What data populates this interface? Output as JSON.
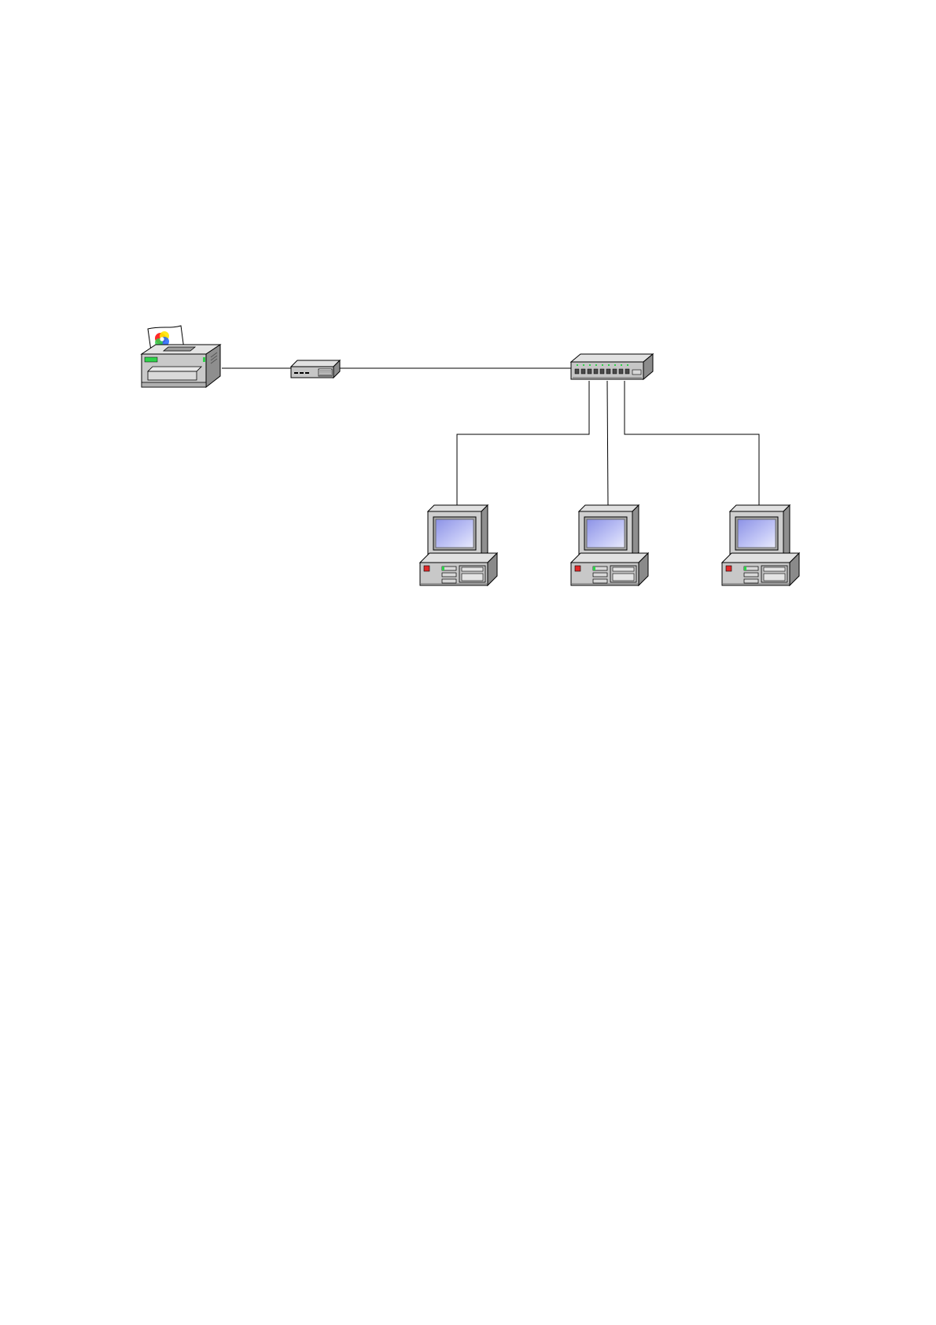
{
  "diagram": {
    "type": "network-topology",
    "nodes": [
      {
        "id": "printer",
        "kind": "printer",
        "icon": "printer-icon"
      },
      {
        "id": "print-server",
        "kind": "print-server",
        "icon": "print-server-icon"
      },
      {
        "id": "switch",
        "kind": "network-switch",
        "icon": "switch-icon"
      },
      {
        "id": "pc-1",
        "kind": "desktop-computer",
        "icon": "computer-icon"
      },
      {
        "id": "pc-2",
        "kind": "desktop-computer",
        "icon": "computer-icon"
      },
      {
        "id": "pc-3",
        "kind": "desktop-computer",
        "icon": "computer-icon"
      }
    ],
    "edges": [
      {
        "from": "printer",
        "to": "print-server"
      },
      {
        "from": "print-server",
        "to": "switch"
      },
      {
        "from": "switch",
        "to": "pc-1"
      },
      {
        "from": "switch",
        "to": "pc-2"
      },
      {
        "from": "switch",
        "to": "pc-3"
      }
    ],
    "colors": {
      "device_body": "#c8c8c8",
      "device_dark": "#9a9a9a",
      "screen": "#b4b8f0",
      "led_green": "#2fd24a",
      "led_red": "#e02828",
      "line": "#000000"
    }
  }
}
